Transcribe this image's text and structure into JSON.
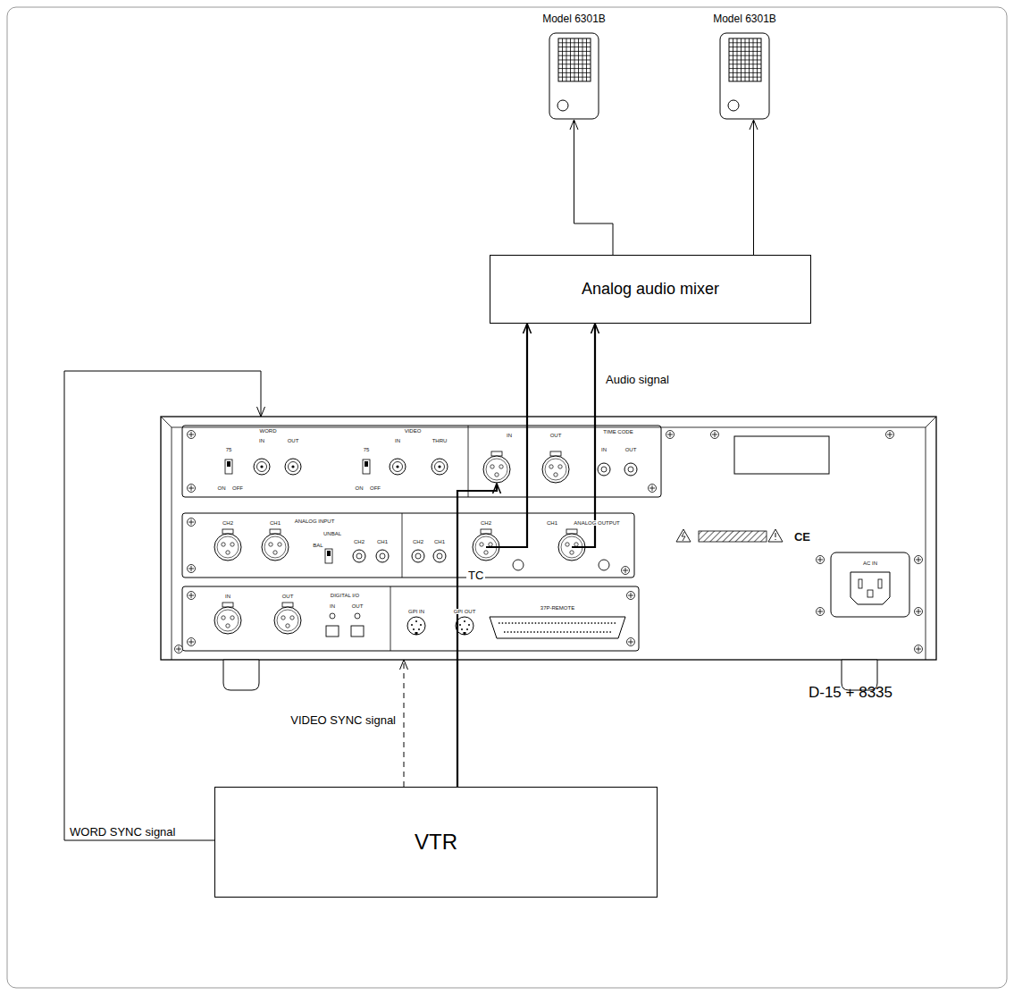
{
  "diagram": {
    "nodes": [
      {
        "text": [
          "Model 6301B"
        ]
      },
      {
        "text": [
          "Model 6301B"
        ]
      },
      {
        "text": [
          "Analog audio mixer"
        ]
      },
      {
        "text": [
          "D-15 + 8335"
        ]
      },
      {
        "text": [
          "VTR"
        ]
      }
    ],
    "edges": [
      {
        "from": 2,
        "to": 0,
        "arrow": "to"
      },
      {
        "from": 2,
        "to": 1,
        "arrow": "to"
      },
      {
        "from": 3,
        "to": 2,
        "arrow": "to"
      },
      {
        "from": 3,
        "to": 2,
        "label": "Audio signal",
        "arrow": "to"
      },
      {
        "from": 4,
        "to": 3,
        "label": "TC",
        "arrow": "to"
      },
      {
        "from": 4,
        "to": 3,
        "label": "VIDEO SYNC signal",
        "arrow": "to"
      },
      {
        "from": 4,
        "to": 3,
        "label": "WORD SYNC signal",
        "arrow": "to"
      }
    ],
    "labels": [
      "WORD",
      "IN",
      "OUT",
      "75",
      "ON",
      "OFF",
      "VIDEO",
      "75",
      "IN",
      "THRU",
      "ON",
      "OFF",
      "IN",
      "OUT",
      "TIME CODE",
      "IN",
      "OUT",
      "CH2",
      "CH1",
      "ANALOG INPUT",
      "UNBAL",
      "BAL",
      "CH2",
      "CH1",
      "CH2",
      "CH1",
      "CH2",
      "CH1",
      "ANALOG OUTPUT",
      "IN",
      "OUT",
      "IN",
      "OUT",
      "DIGITAL I/O",
      "GPI IN",
      "GPI OUT",
      "37P-REMOTE",
      "AC IN",
      "CE"
    ]
  }
}
